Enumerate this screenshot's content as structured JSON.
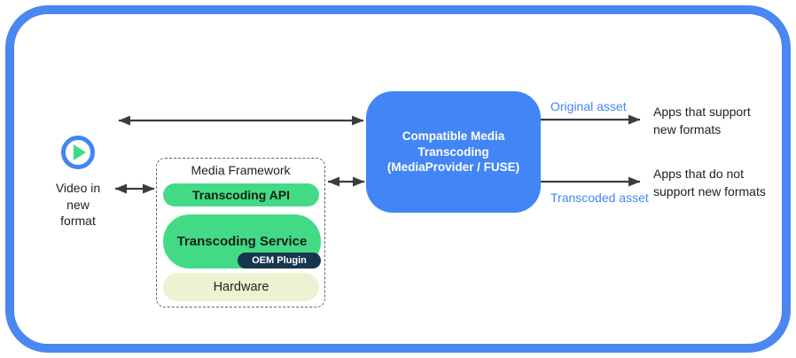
{
  "colors": {
    "frame_blue": "#4A87F2",
    "box_blue": "#4285F4",
    "pill_green": "#43DA86",
    "play_green": "#3DDC84",
    "oem_navy": "#16364D",
    "hardware_cream": "#EDF3D2",
    "arrow_dark": "#3A3D40",
    "asset_label_blue": "#4285F4"
  },
  "source": {
    "label": "Video in\nnew\nformat"
  },
  "media_framework": {
    "title": "Media Framework",
    "api_label": "Transcoding API",
    "service_label": "Transcoding Service",
    "oem_label": "OEM Plugin",
    "hardware_label": "Hardware"
  },
  "transcoding_box": {
    "label": "Compatible Media\nTranscoding\n(MediaProvider / FUSE)"
  },
  "outputs": {
    "original_asset_label": "Original asset",
    "transcoded_asset_label": "Transcoded asset",
    "apps_support_label": "Apps that support\nnew formats",
    "apps_not_support_label": "Apps that do not\nsupport new formats"
  }
}
